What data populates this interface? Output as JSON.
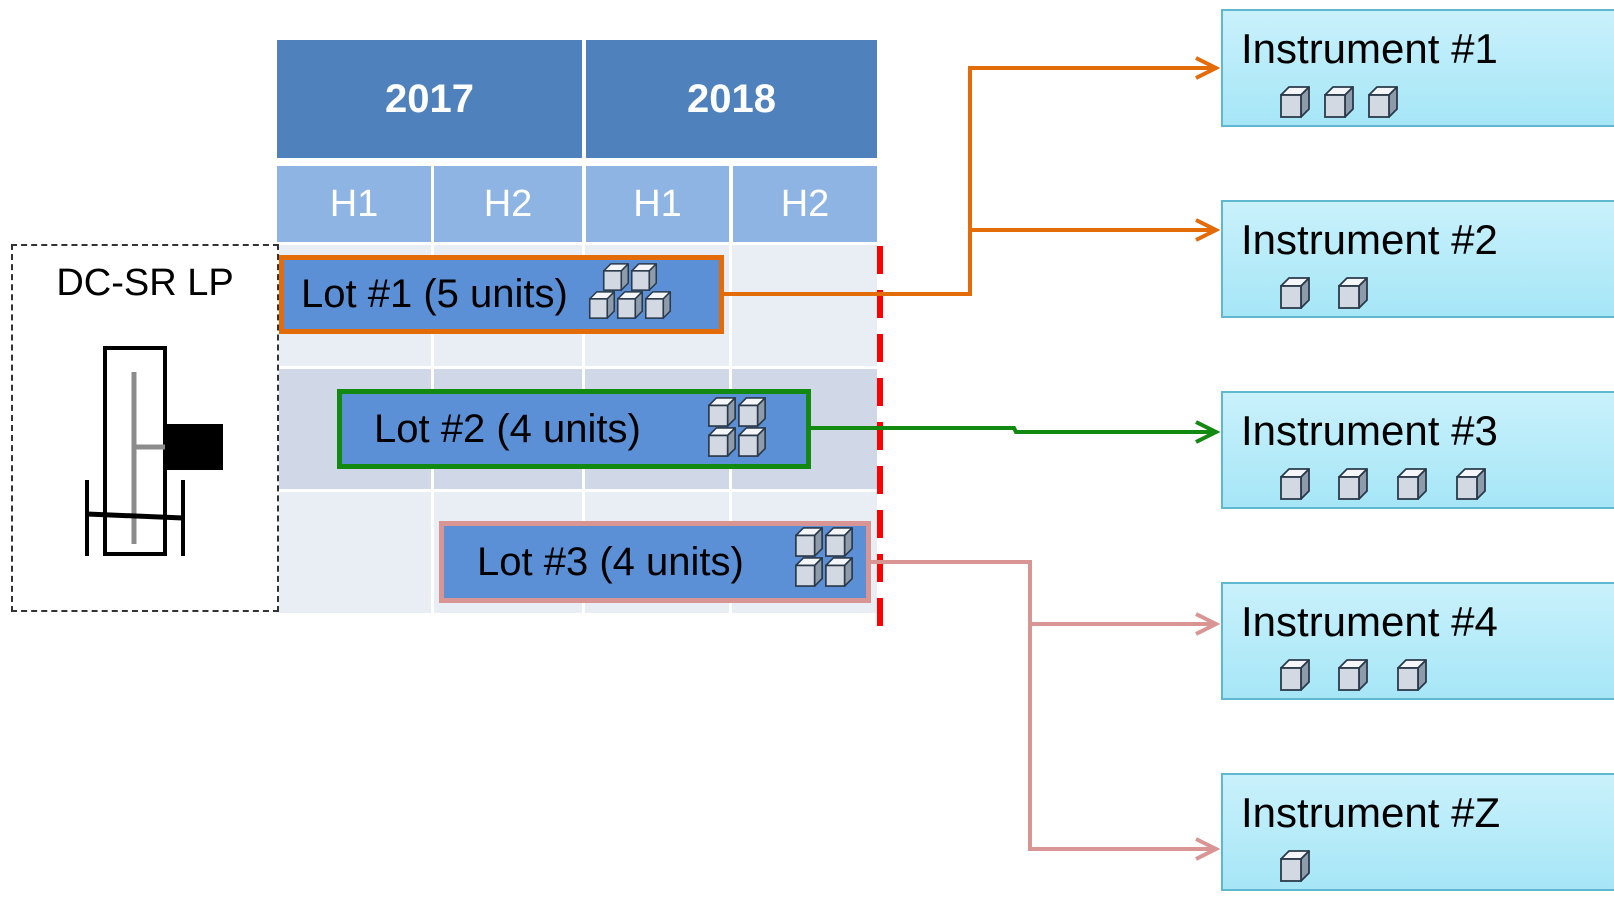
{
  "timeline": {
    "years": [
      {
        "label": "2017"
      },
      {
        "label": "2018"
      }
    ],
    "halves": [
      {
        "label": "H1"
      },
      {
        "label": "H2"
      },
      {
        "label": "H1"
      },
      {
        "label": "H2"
      }
    ]
  },
  "source": {
    "title": "DC-SR LP"
  },
  "lots": [
    {
      "label": "Lot #1 (5 units)",
      "units": 5,
      "border_color": "#e36c09"
    },
    {
      "label": "Lot #2 (4 units)",
      "units": 4,
      "border_color": "#128a12"
    },
    {
      "label": "Lot #3 (4 units)",
      "units": 4,
      "border_color": "#d99594"
    }
  ],
  "instruments": [
    {
      "label": "Instrument #1",
      "units": 3,
      "fed_by": "Lot #1"
    },
    {
      "label": "Instrument #2",
      "units": 2,
      "fed_by": "Lot #1"
    },
    {
      "label": "Instrument #3",
      "units": 4,
      "fed_by": "Lot #2"
    },
    {
      "label": "Instrument #4",
      "units": 3,
      "fed_by": "Lot #3"
    },
    {
      "label": "Instrument #Z",
      "units": 1,
      "fed_by": "Lot #3"
    }
  ],
  "colors": {
    "header": "#4f81bd",
    "subheader": "#8eb4e3",
    "lot_fill": "#5b8fd6",
    "cutoff_line": "#ff0000",
    "instrument_fill": "#b7ebf9"
  },
  "icons": {
    "unit": "cube-icon",
    "source_device": "instrument-schematic-icon"
  }
}
